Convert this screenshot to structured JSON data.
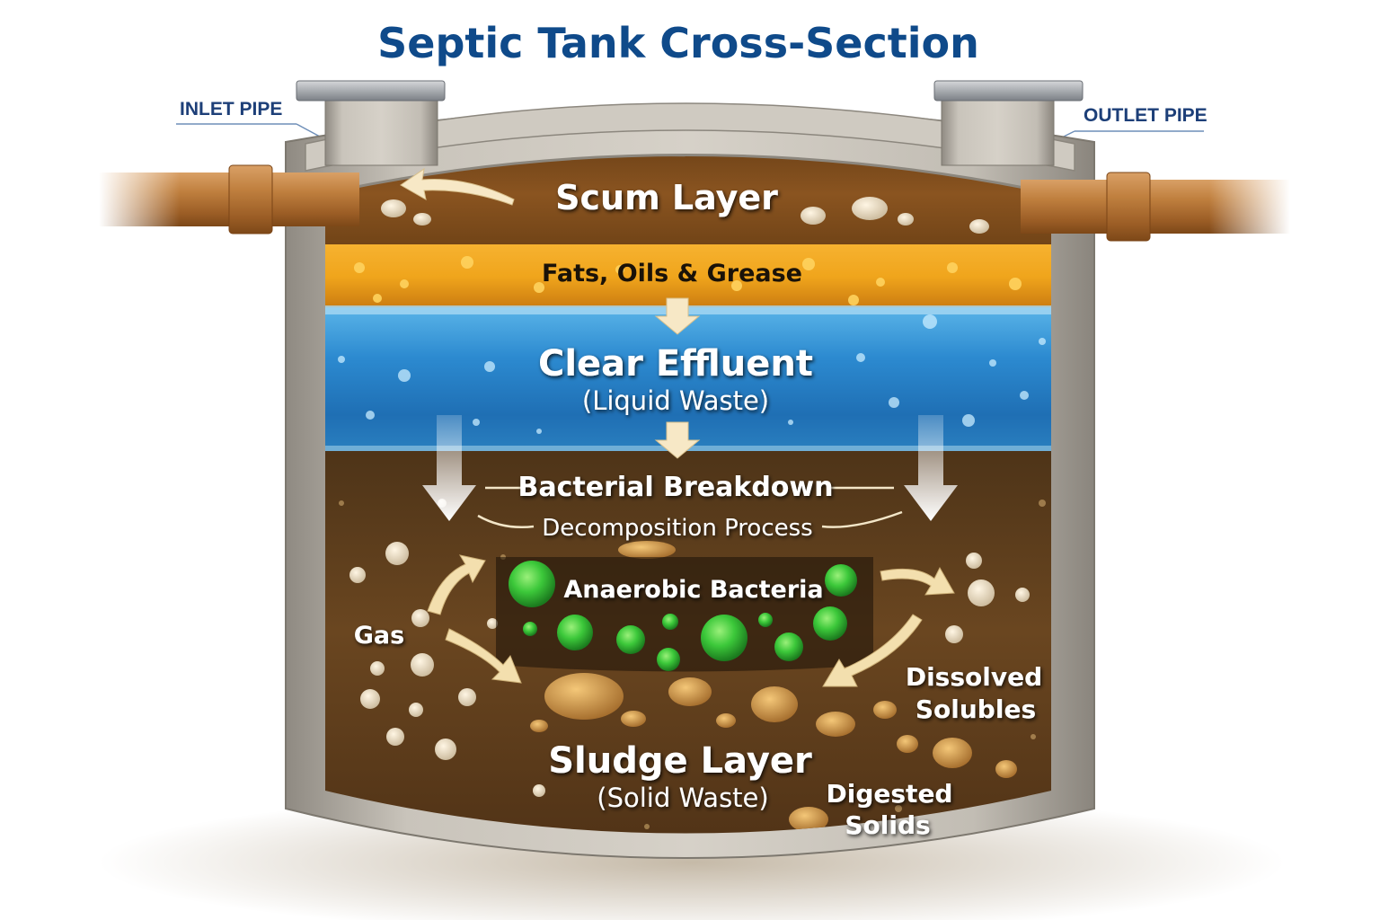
{
  "title": "Septic Tank Cross-Section",
  "pipes": {
    "inlet": "INLET PIPE",
    "outlet": "OUTLET PIPE"
  },
  "layers": {
    "scum": {
      "title": "Scum Layer",
      "detail": "Fats, Oils & Grease"
    },
    "effluent": {
      "title": "Clear Effluent",
      "subtitle": "(Liquid Waste)"
    },
    "breakdown": {
      "title": "Bacterial Breakdown",
      "subtitle": "Decomposition Process"
    },
    "bacteria": {
      "label": "Anaerobic Bacteria"
    },
    "sludge": {
      "title": "Sludge Layer",
      "subtitle": "(Solid Waste)"
    }
  },
  "callouts": {
    "gas": "Gas",
    "dissolved_line1": "Dissolved",
    "dissolved_line2": "Solubles",
    "digested_line1": "Digested",
    "digested_line2": "Solids"
  },
  "colors": {
    "title": "#0f4a8a",
    "pipe_label": "#1d3f78",
    "concrete": "#b9b4ab",
    "pipe": "#b8743a",
    "scum": "#7a4a1c",
    "grease": "#f0a020",
    "water": "#2a86c8",
    "sludge": "#5a3a1c",
    "bacteria": "#3cc83a"
  },
  "icons": {
    "flow_arrows": "arrow-icon",
    "bacteria": "bacteria-cluster-icon",
    "particles": "solid-particle-icon"
  }
}
